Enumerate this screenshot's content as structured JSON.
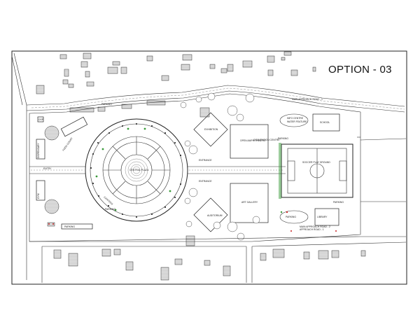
{
  "title": "OPTION - 03",
  "labels": {
    "parking_top": "PARKING",
    "main_road": "MAIN APPROACH ROAD - 1",
    "dispensary": "DISPENSARY",
    "exhibition": "EXHIBITION",
    "open_amphitheatre": "OPEN AMPHITHEATRE",
    "central_plaza": "CENTRAL PLAZA",
    "entry": "ENTRY",
    "food_court": "FOOD COURT",
    "info_centre": "INFO CENTRE",
    "entrance_north": "ENTRANCE",
    "entrance_south": "ENTRANCE",
    "convention_centre": "CONVENTION CENTRE",
    "water_feature": "WATER FEATURE",
    "parking_north": "PARKING",
    "school": "SCHOOL",
    "soccer_ground": "SOCCER PLAY GROUND",
    "library": "LIBRARY",
    "art_gallery": "ART GALLERY",
    "parking_bottom": "PARKING",
    "parking_lot_left": "PARKING",
    "parking_south": "PARKING",
    "auditorium": "AUDITORIUM",
    "approach_road_2": "MAIN APPROACH ROAD - 2",
    "approach_road_lower": "APPROACH ROAD - 1",
    "parking_left_bottom": "PARKING",
    "gym": "GYM",
    "canteen": "CANTEEN"
  },
  "colors": {
    "accent_green": "#3a9a3a",
    "accent_red": "#c62020",
    "line": "#222222"
  }
}
